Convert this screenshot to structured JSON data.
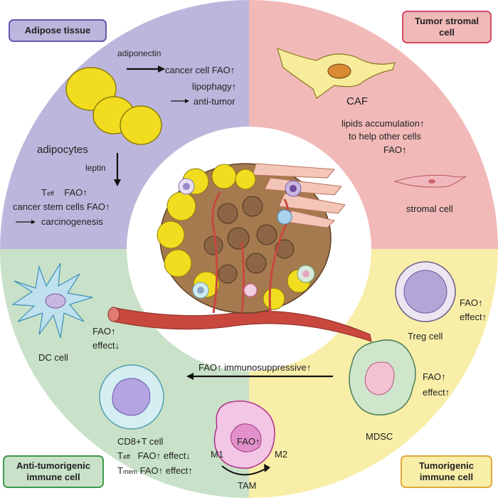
{
  "colors": {
    "adipose_bg": "#bdb6dc",
    "stromal_bg": "#f1b9b8",
    "tumorigenic_bg": "#f8eea8",
    "anti_bg": "#c8e1c8",
    "adipose_border": "#6a57b3",
    "stromal_border": "#d24a6a",
    "tumorigenic_border": "#e2a93a",
    "anti_border": "#3f9a4b"
  },
  "quadrants": {
    "adipose": {
      "title": "Adipose tissue",
      "adiponectin": "adiponectin",
      "cancer_cell_fao": "cancer cell FAO",
      "lipophagy": "lipophagy",
      "anti_tumor": "anti-tumor",
      "adipocytes": "adipocytes",
      "leptin": "leptin",
      "teff_main": "T",
      "teff_sub": "eff",
      "fao": "FAO",
      "cancer_stem_cells": "cancer stem cells FAO",
      "carcinogenesis": "carcinogenesis"
    },
    "stromal": {
      "title_line1": "Tumor stromal",
      "title_line2": "cell",
      "caf": "CAF",
      "lipids_line1": "lipids accumulation",
      "lipids_line2": "to help other cells",
      "lipids_line3": "FAO",
      "stromal_cell": "stromal cell"
    },
    "tumorigenic": {
      "title_line1": "Tumorigenic",
      "title_line2": "immune cell",
      "treg": "Treg cell",
      "treg_fao": "FAO",
      "treg_effect": "effect",
      "mdsc": "MDSC",
      "mdsc_fao": "FAO",
      "mdsc_effect": "effect",
      "tam": "TAM",
      "tam_fao": "FAO",
      "m1": "M1",
      "m2": "M2",
      "immunosuppressive": "FAO",
      "immunosuppressive_word": "immunosuppressive"
    },
    "anti": {
      "title_line1": "Anti-tumorigenic",
      "title_line2": "immune cell",
      "dc": "DC cell",
      "dc_fao": "FAO",
      "dc_effect": "effect",
      "cd8": "CD8+T cell",
      "teff_main": "T",
      "teff_sub": "eff",
      "teff_fao": "FAO",
      "teff_effect": "effect",
      "tmem_main": "T",
      "tmem_sub": "mem",
      "tmem_fao": "FAO",
      "tmem_effect": "effect"
    }
  },
  "arrows": {
    "up": "↑",
    "down": "↓"
  }
}
